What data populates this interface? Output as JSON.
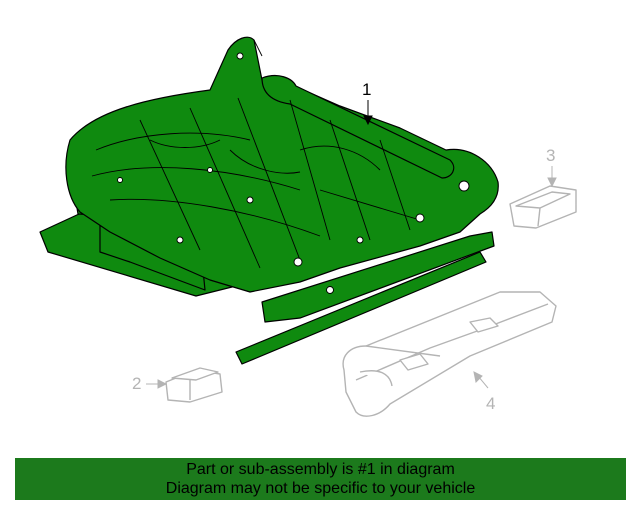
{
  "callouts": {
    "part_1": "1",
    "part_2": "2",
    "part_3": "3",
    "part_4": "4"
  },
  "banner": {
    "line1": "Part or sub-assembly is #1 in diagram",
    "line2": "Diagram may not be specific to your vehicle"
  },
  "colors": {
    "highlight_part": "#0f8a0f",
    "outline": "#000000",
    "other_parts": "#b4b4b4",
    "banner_bg": "#1c7a1c",
    "banner_text": "#000000"
  }
}
